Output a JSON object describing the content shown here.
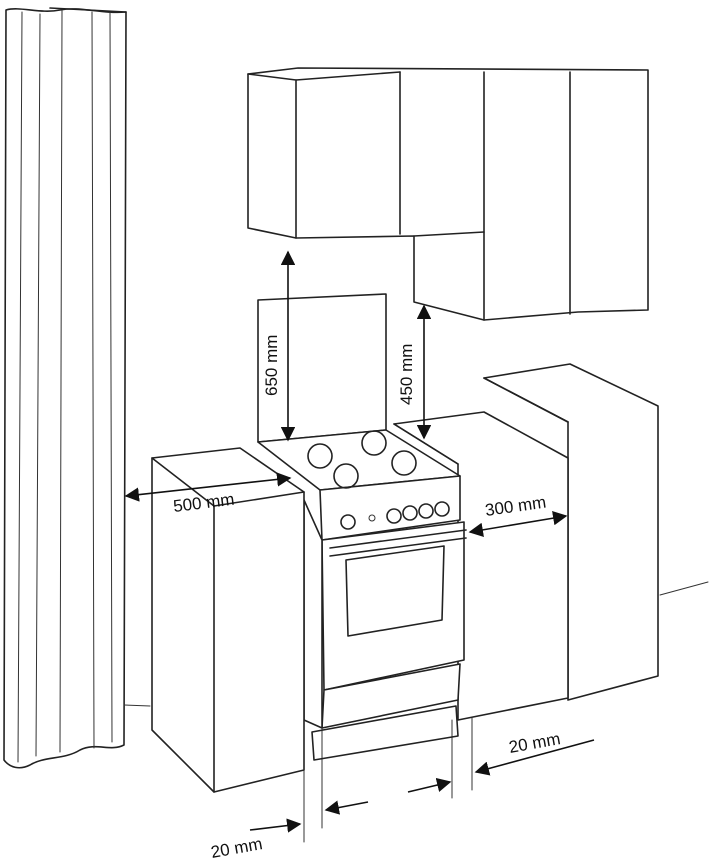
{
  "diagram": {
    "dimensions": {
      "clearance_above_hob": "650 mm",
      "clearance_side_cabinet": "450 mm",
      "left_side_distance": "500 mm",
      "right_side_distance": "300 mm",
      "right_gap": "20 mm",
      "left_gap": "20 mm"
    }
  }
}
